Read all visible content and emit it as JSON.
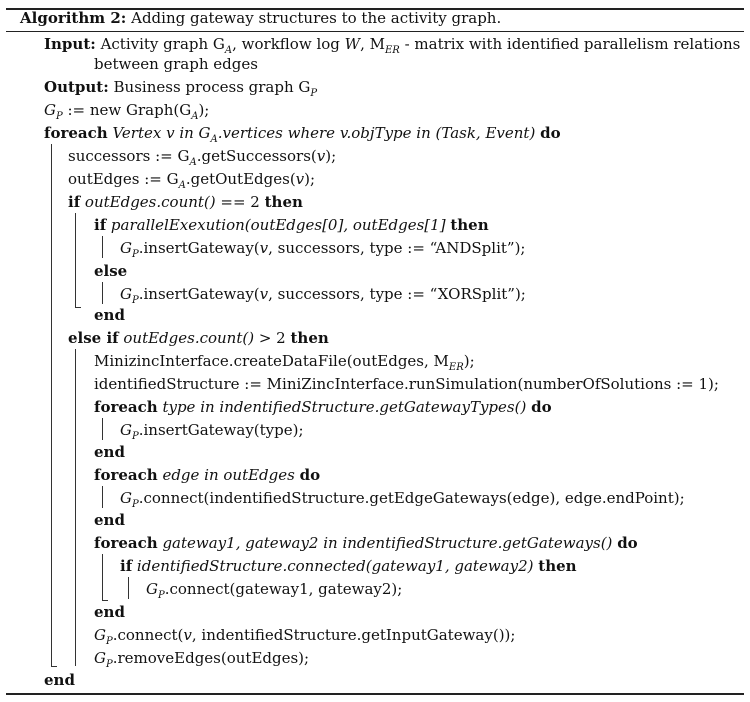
{
  "caption": {
    "label": "Algorithm 2:",
    "text": " Adding gateway structures to the activity graph."
  },
  "input": {
    "label": "Input:",
    "line1": " Activity graph G",
    "line1_sub": "A",
    "line1_b": ", workflow log ",
    "line1_w": "W",
    "line1_c": ", M",
    "line1_sub2": "ER",
    "line1_d": " - matrix with identified parallelism relations",
    "line2": "between graph edges"
  },
  "output": {
    "label": "Output:",
    "text": " Business process graph G",
    "sub": "P"
  },
  "lines": {
    "l_new_a": "G",
    "l_new_sub": "P",
    "l_new_b": " := new Graph(G",
    "l_new_sub2": "A",
    "l_new_c": ");",
    "foreach1_kw": "foreach",
    "foreach1_cond_a": " Vertex v in G",
    "foreach1_cond_sub": "A",
    "foreach1_cond_b": ".vertices where v.objType in (Task, Event) ",
    "do_kw": "do",
    "succ_a": "successors := G",
    "succ_sub": "A",
    "succ_b": ".getSuccessors(",
    "succ_v": "v",
    "succ_c": ");",
    "out_a": "outEdges := G",
    "out_sub": "A",
    "out_b": ".getOutEdges(",
    "out_v": "v",
    "out_c": ");",
    "if1_kw": "if",
    "if1_cond": " outEdges.count()",
    "if1_rest": " == 2 ",
    "then_kw": "then",
    "if2_kw": "if",
    "if2_cond": " parallelExexution(outEdges[0], outEdges[1] ",
    "if2_then": "then",
    "ins1_a": "G",
    "ins1_sub": "P",
    "ins1_b": ".insertGateway(",
    "ins1_v": "v",
    "ins1_c": ", successors, type := “ANDSplit”);",
    "else_kw": "else",
    "ins2_a": "G",
    "ins2_sub": "P",
    "ins2_b": ".insertGateway(",
    "ins2_v": "v",
    "ins2_c": ", successors, type := “XORSplit”);",
    "end_kw": "end",
    "elseif_kw": "else if",
    "elseif_cond": " outEdges.count()",
    "elseif_rest": " > 2 ",
    "elseif_then": "then",
    "create_a": "MinizincInterface.createDataFile(outEdges, M",
    "create_sub": "ER",
    "create_b": ");",
    "ident": "identifiedStructure := MiniZincInterface.runSimulation(numberOfSolutions := 1);",
    "fe2_kw": "foreach",
    "fe2_cond": " type in indentifiedStructure.getGatewayTypes() ",
    "fe2_do": "do",
    "ins3_a": "G",
    "ins3_sub": "P",
    "ins3_b": ".insertGateway(type);",
    "fe3_kw": "foreach",
    "fe3_cond": " edge in outEdges ",
    "fe3_do": "do",
    "con1_a": "G",
    "con1_sub": "P",
    "con1_b": ".connect(indentifiedStructure.getEdgeGateways(edge), edge.endPoint);",
    "fe4_kw": "foreach",
    "fe4_cond": " gateway1, gateway2 in indentifiedStructure.getGateways() ",
    "fe4_do": "do",
    "if3_kw": "if",
    "if3_cond": " identifiedStructure.connected(gateway1, gateway2) ",
    "if3_then": "then",
    "con2_a": "G",
    "con2_sub": "P",
    "con2_b": ".connect(gateway1, gateway2);",
    "con3_a": "G",
    "con3_sub": "P",
    "con3_b": ".connect(",
    "con3_v": "v",
    "con3_c": ", indentifiedStructure.getInputGateway());",
    "rem_a": "G",
    "rem_sub": "P",
    "rem_b": ".removeEdges(outEdges);"
  }
}
